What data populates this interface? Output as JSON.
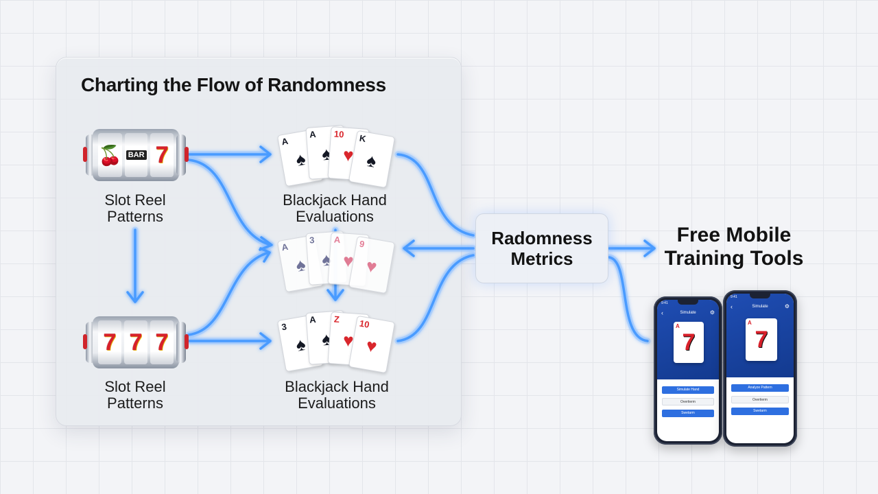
{
  "title": "Charting the Flow of Randomness",
  "nodes": {
    "slot_top": {
      "line1": "Slot Reel",
      "line2": "Patterns"
    },
    "slot_bottom": {
      "line1": "Slot Reel",
      "line2": "Patterns"
    },
    "bj_top": {
      "line1": "Blackjack Hand",
      "line2": "Evaluations"
    },
    "bj_bottom": {
      "line1": "Blackjack Hand",
      "line2": "Evaluations"
    },
    "metrics": {
      "line1": "Radomness",
      "line2": "Metrics"
    },
    "mobile": {
      "line1": "Free Mobile",
      "line2": "Training Tools"
    }
  },
  "slot_top_reels": [
    "🍒",
    "BAR",
    "7"
  ],
  "slot_top_bar_text": "BAR",
  "slot_bottom_reels": [
    "7",
    "7",
    "7"
  ],
  "cards_top": [
    {
      "rank": "A",
      "suit": "♠",
      "color": "black"
    },
    {
      "rank": "A",
      "suit": "♠",
      "color": "black"
    },
    {
      "rank": "10",
      "suit": "♥",
      "color": "red"
    },
    {
      "rank": "K",
      "suit": "♠",
      "color": "black"
    }
  ],
  "cards_middle": [
    {
      "rank": "A",
      "suit": "♠",
      "color": "black"
    },
    {
      "rank": "3",
      "suit": "♠",
      "color": "black"
    },
    {
      "rank": "A",
      "suit": "♥",
      "color": "red"
    },
    {
      "rank": "9",
      "suit": "♥",
      "color": "red"
    }
  ],
  "cards_bottom": [
    {
      "rank": "3",
      "suit": "♠",
      "color": "black"
    },
    {
      "rank": "A",
      "suit": "♠",
      "color": "black"
    },
    {
      "rank": "Z",
      "suit": "♥",
      "color": "red"
    },
    {
      "rank": "10",
      "suit": "♥",
      "color": "red"
    }
  ],
  "phones": [
    {
      "time": "9:41",
      "header": "Simulate",
      "card_value": "7",
      "card_corner": "A",
      "buttons": [
        "Simulate Hand",
        "Overtierm",
        "Swetarm"
      ]
    },
    {
      "time": "9:41",
      "header": "Simulate",
      "card_value": "7",
      "card_corner": "A",
      "buttons": [
        "Analyze Pattern",
        "Overtierm",
        "Swetarm"
      ]
    }
  ],
  "colors": {
    "flow": "#4a9bff",
    "flow_glow": "#9cc8ff",
    "accent_blue": "#2e6fe0"
  }
}
